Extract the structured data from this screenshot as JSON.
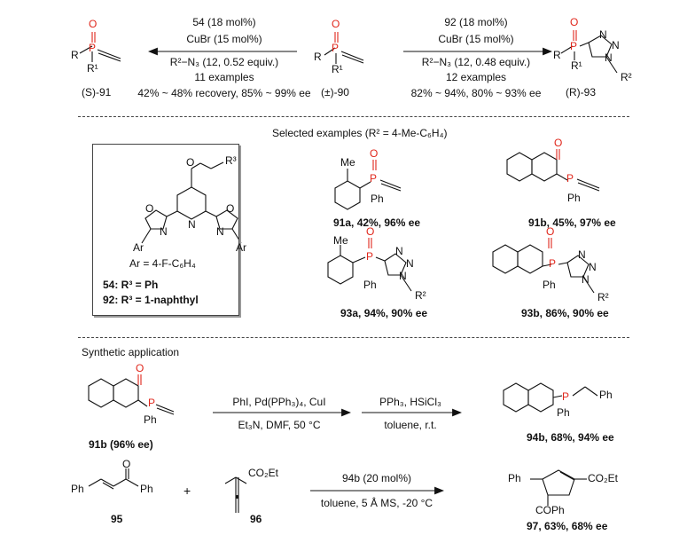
{
  "top": {
    "left_arrow": {
      "line1": "54 (18 mol%)",
      "line2": "CuBr (15 mol%)",
      "line3": "R²−N₃ (12, 0.52 equiv.)",
      "line4": "11 examples",
      "line5": "42% ~ 48% recovery, 85% ~ 99% ee"
    },
    "right_arrow": {
      "line1": "92 (18 mol%)",
      "line2": "CuBr (15 mol%)",
      "line3": "R²−N₃ (12, 0.48 equiv.)",
      "line4": "12 examples",
      "line5": "82% ~ 94%, 80% ~ 93% ee"
    },
    "compound_S91": "(S)-91",
    "compound_rac90": "(±)-90",
    "compound_R93": "(R)-93"
  },
  "selected": {
    "header": "Selected examples (R² = 4-Me-C₆H₄)",
    "ligand_ar": "Ar = 4-F-C₆H₄",
    "ligand_54": "54: R³ = Ph",
    "ligand_92": "92: R³ = 1-naphthyl",
    "ex_91a": "91a, 42%, 96% ee",
    "ex_91b": "91b, 45%, 97% ee",
    "ex_93a": "93a, 94%, 90% ee",
    "ex_93b": "93b, 86%, 90% ee"
  },
  "synthetic": {
    "header": "Synthetic application",
    "arrow1_top": "PhI, Pd(PPh₃)₄, CuI",
    "arrow1_bottom": "Et₃N, DMF, 50 °C",
    "arrow2_top": "PPh₃, HSiCl₃",
    "arrow2_bottom": "toluene, r.t.",
    "start_label": "91b (96% ee)",
    "product_label": "94b, 68%, 94% ee",
    "arrow3_top": "94b (20 mol%)",
    "arrow3_bottom": "toluene, 5 Å MS, -20 °C",
    "c95": "95",
    "c96": "96",
    "c97": "97, 63%, 68% ee",
    "plus": "+"
  },
  "atoms": {
    "O": "O",
    "P": "P",
    "N": "N",
    "R": "R",
    "R1": "R¹",
    "R2": "R²",
    "R3": "R³",
    "Ph": "Ph",
    "Me": "Me",
    "Ar": "Ar",
    "CO2Et": "CO₂Et",
    "COPh": "COPh"
  },
  "colors": {
    "phosphoryl": "#e0261b",
    "ink": "#111111"
  }
}
